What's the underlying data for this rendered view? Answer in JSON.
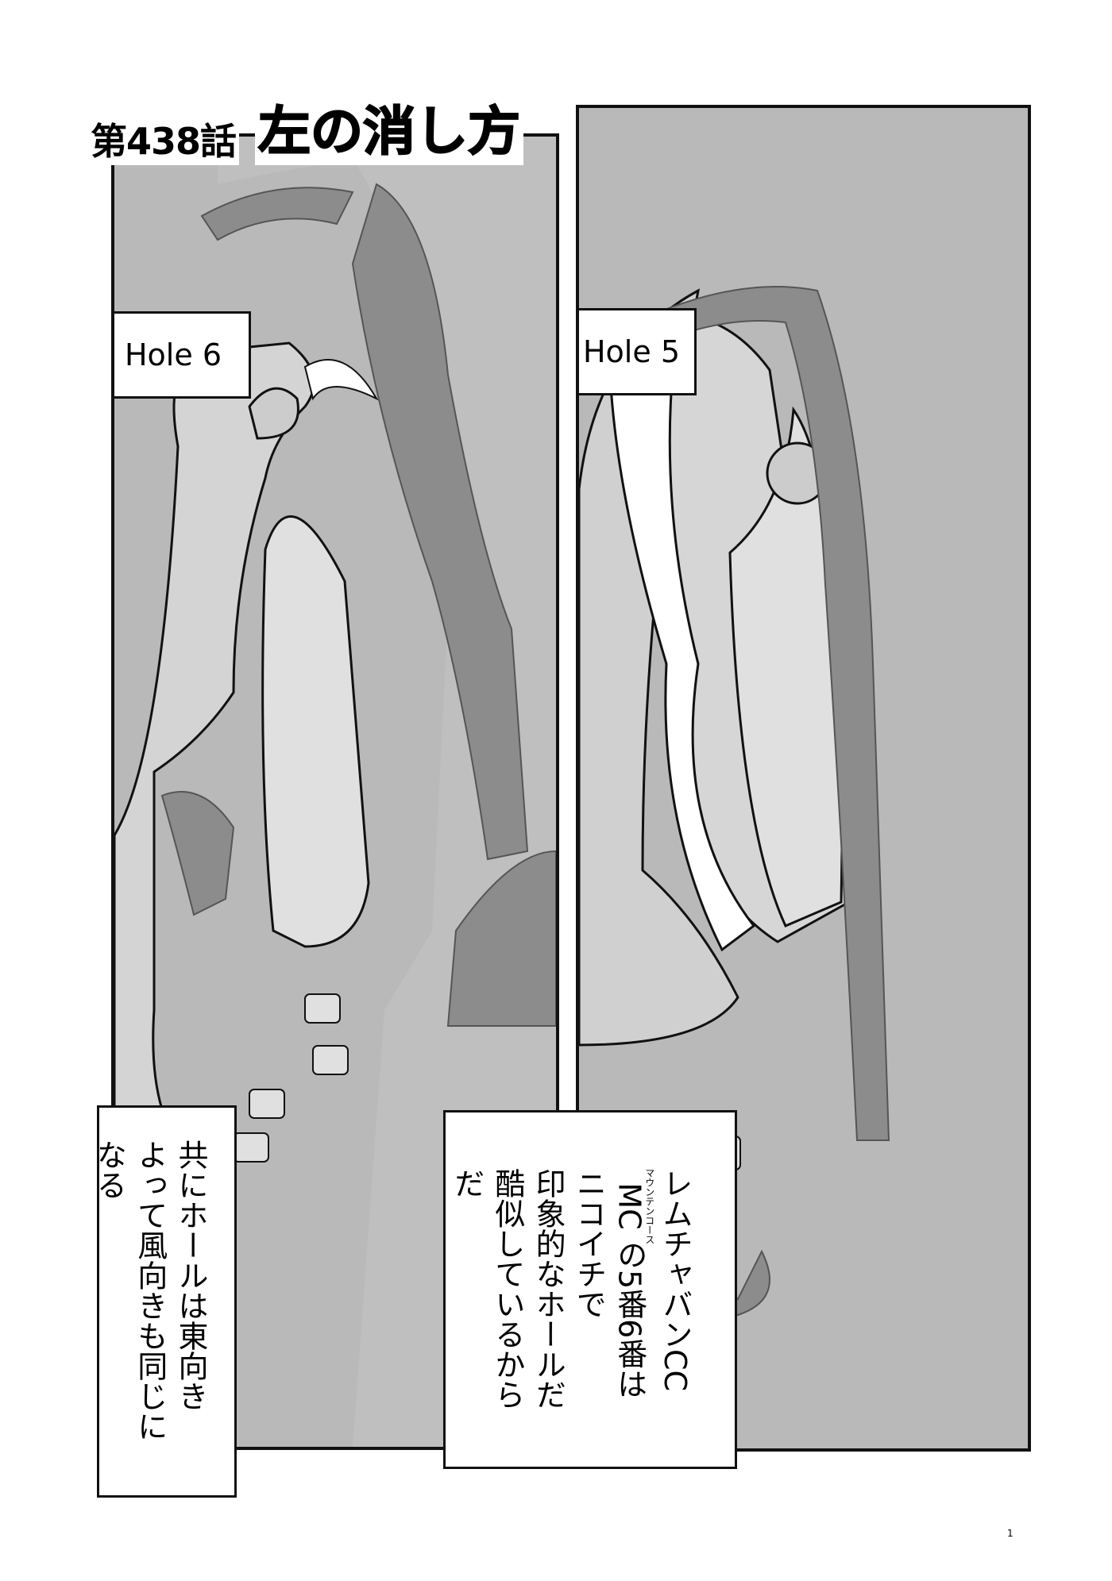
{
  "title": {
    "episode": "第438話",
    "name": "左の消し方"
  },
  "panels": [
    {
      "label": "Hole 6"
    },
    {
      "label": "Hole 5"
    }
  ],
  "captions": {
    "left": [
      "共にホールは東向き",
      "よって風向きも同じになる"
    ],
    "center": {
      "line1": "レムチャバンCC",
      "line2_prefix": "MC",
      "line2_ruby": "マウンテンコース",
      "line2_suffix": "の5番6番は",
      "line3": "ニコイチで",
      "line4": "印象的なホールだ",
      "line5": "酷似しているからだ"
    }
  },
  "page_number": "1",
  "colors": {
    "rough": "#8c8c8c",
    "fairway": "#e0e0e0",
    "background": "#b9b9b9",
    "water": "#d4d4d4"
  }
}
